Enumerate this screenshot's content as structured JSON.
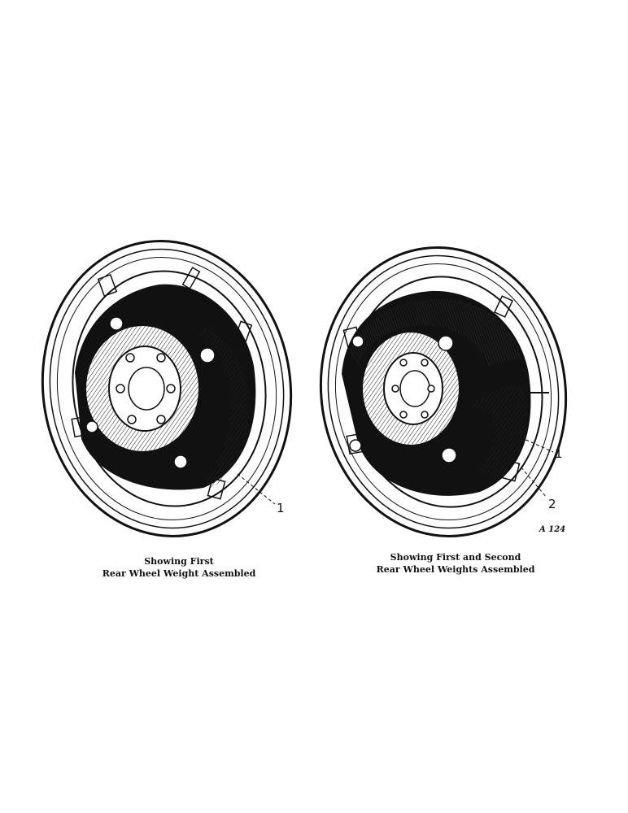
{
  "figures": [
    {
      "caption_line1": "Showing First",
      "caption_line2": "Rear Wheel Weight Assembled",
      "callouts": [
        "1"
      ]
    },
    {
      "caption_line1": "Showing First and Second",
      "caption_line2": "Rear Wheel Weights Assembled",
      "callouts": [
        "1",
        "2"
      ]
    }
  ],
  "figure_code": "A 124"
}
